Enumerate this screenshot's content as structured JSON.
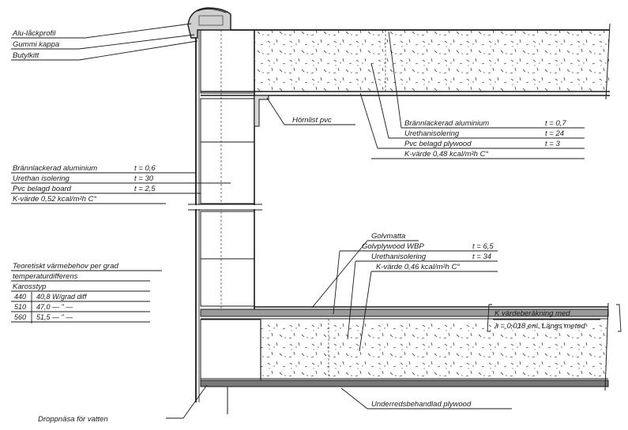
{
  "labels": {
    "alu_lock_profile": "Alu-låckprofil",
    "rubber_cap": "Gummi kappa",
    "butyl": "Butylkitt",
    "corner_strip": "Hörnlist pvc",
    "drip_nose": "Droppnäsa för vatten",
    "underbody_plywood": "Underredsbehandlad plywood"
  },
  "roof_spec": {
    "rows": [
      {
        "label": "Brännlackerad aluminium",
        "value": "t = 0,7"
      },
      {
        "label": "Urethanisolering",
        "value": "t = 24"
      },
      {
        "label": "Pvc belagd plywood",
        "value": "t = 3"
      }
    ],
    "kvalue": "K-värde  0,48 kcal/m²h C°"
  },
  "wall_spec": {
    "rows": [
      {
        "label": "Brännlackerad aluminium",
        "value": "t = 0,6"
      },
      {
        "label": "Urethan isolering",
        "value": "t = 30"
      },
      {
        "label": "Pvc belagd board",
        "value": "t = 2,5"
      }
    ],
    "kvalue": "K-värde  0,52 kcal/m²h C°"
  },
  "floor_spec": {
    "title": "Golvmatta",
    "rows": [
      {
        "label": "Golvplywood WBP",
        "value": "t = 6,5"
      },
      {
        "label": "Urethanisolering",
        "value": "t = 34"
      }
    ],
    "kvalue": "K-värde  0,46 kcal/m²h C°"
  },
  "heat_table": {
    "title_line1": "Teoretiskt värmebehov per grad",
    "title_line2": "temperaturdifferens",
    "col_header": "Karosstyp",
    "rows": [
      {
        "type": "440",
        "value": "40,8 W/grad diff"
      },
      {
        "type": "510",
        "value": "47,0 — \" —"
      },
      {
        "type": "560",
        "value": "51,5 — \" —"
      }
    ]
  },
  "kcalc_note": {
    "line1": "K värdeberäkning med",
    "line2": "λ = 0,018 enl. Längs metod"
  }
}
